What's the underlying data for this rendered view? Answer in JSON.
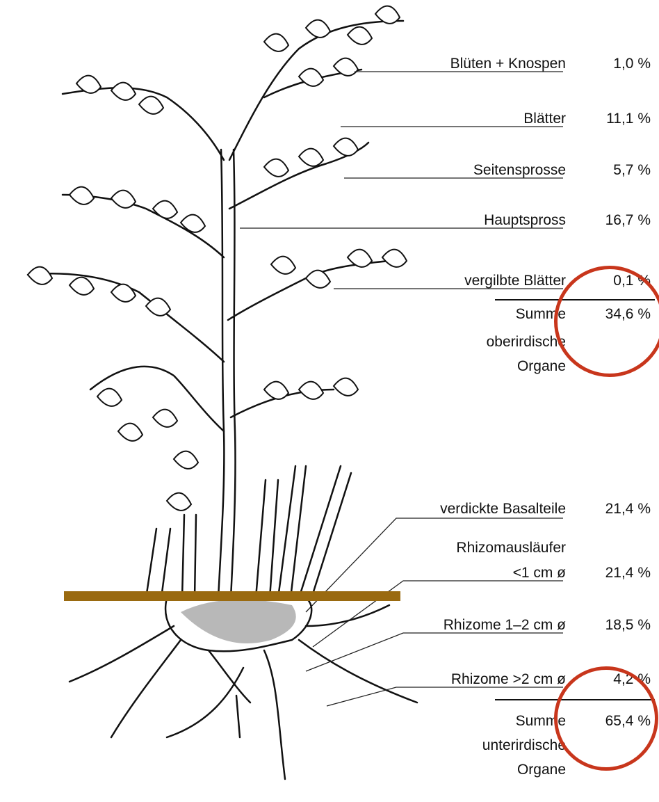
{
  "above_ground": [
    {
      "label": "Blüten + Knospen",
      "value": "1,0 %"
    },
    {
      "label": "Blätter",
      "value": "11,1 %"
    },
    {
      "label": "Seitensprosse",
      "value": "5,7 %"
    },
    {
      "label": "Hauptspross",
      "value": "16,7 %"
    },
    {
      "label": "vergilbte Blätter",
      "value": "0,1 %"
    }
  ],
  "above_sum": {
    "line1": "Summe",
    "line2": "oberirdische",
    "line3": "Organe",
    "value": "34,6 %"
  },
  "below_ground": [
    {
      "label": "verdickte Basalteile",
      "value": "21,4 %"
    },
    {
      "label": "Rhizomausläufer",
      "label2": "<1 cm ø",
      "value": "21,4 %"
    },
    {
      "label": "Rhizome 1–2 cm ø",
      "value": "18,5 %"
    },
    {
      "label": "Rhizome >2 cm ø",
      "value": "4,2 %"
    }
  ],
  "below_sum": {
    "line1": "Summe",
    "line2": "unterirdische",
    "line3": "Organe",
    "value": "65,4 %"
  },
  "colors": {
    "highlight_circle": "#c8361c",
    "ground_line": "#9a6a10"
  }
}
